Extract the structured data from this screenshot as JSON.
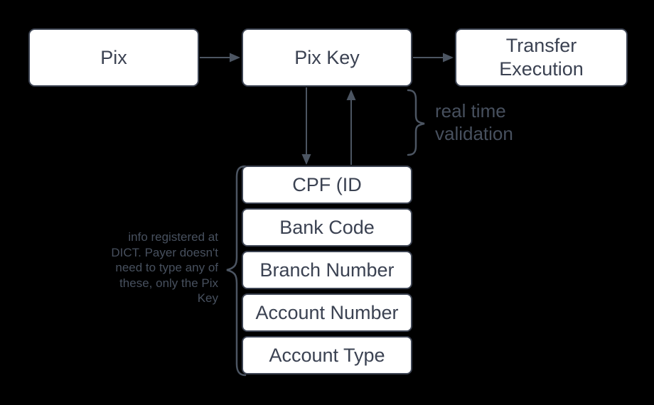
{
  "theme": {
    "background": "#000000",
    "node_fill": "#ffffff",
    "node_border": "#3d4453",
    "node_text": "#3b4252",
    "line_color": "#4c5562",
    "annotation_color": "#47505e"
  },
  "diagram": {
    "nodes": {
      "pix": {
        "label": "Pix"
      },
      "pix_key": {
        "label": "Pix Key"
      },
      "transfer_execution": {
        "label": "Transfer Execution"
      }
    },
    "stack_nodes": [
      {
        "label": "CPF (ID"
      },
      {
        "label": "Bank Code"
      },
      {
        "label": "Branch Number"
      },
      {
        "label": "Account Number"
      },
      {
        "label": "Account Type"
      }
    ],
    "annotations": {
      "real_time_validation": "real time validation",
      "dict_note_lines": [
        "info registered at",
        "DICT. Payer doesn't",
        "need to type any of",
        "these, only the Pix",
        "Key"
      ]
    }
  }
}
